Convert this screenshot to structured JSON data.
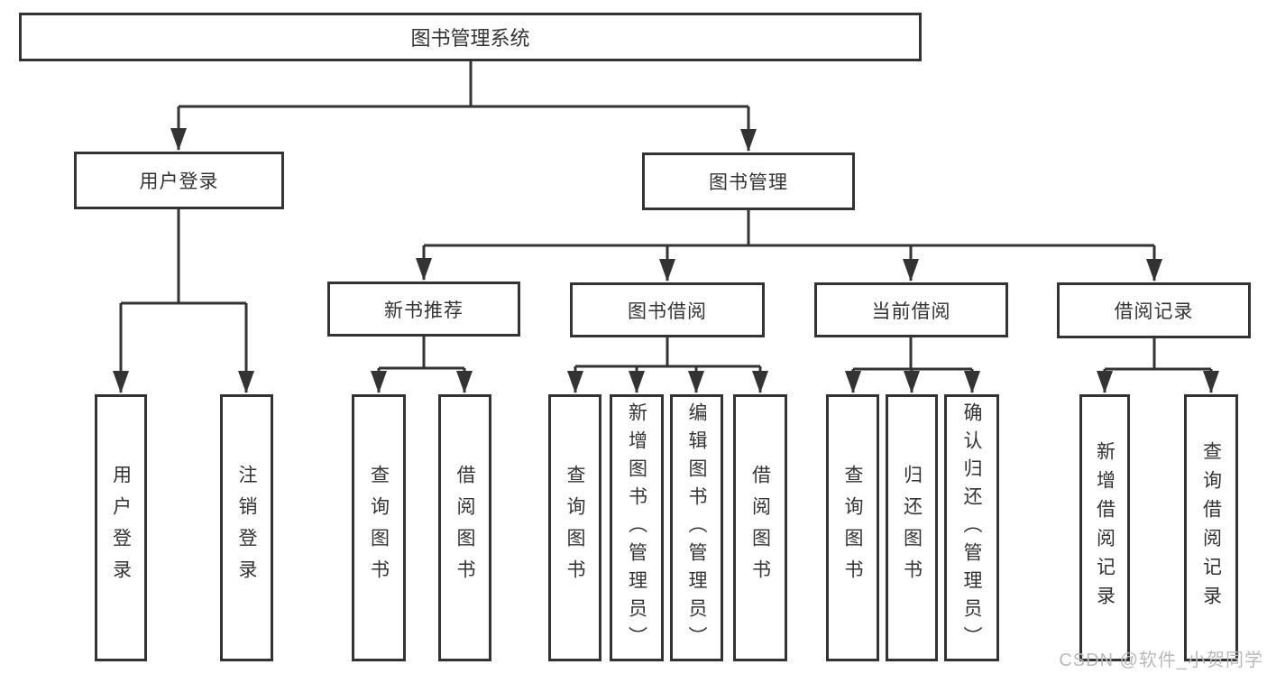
{
  "diagram": {
    "root": "图书管理系统",
    "branches": [
      {
        "label": "用户登录",
        "children": [
          "用户登录",
          "注销登录"
        ]
      },
      {
        "label": "图书管理",
        "sections": [
          {
            "label": "新书推荐",
            "children": [
              "查询图书",
              "借阅图书"
            ]
          },
          {
            "label": "图书借阅",
            "children": [
              "查询图书",
              "新增图书（管理员）",
              "编辑图书（管理员）",
              "借阅图书"
            ]
          },
          {
            "label": "当前借阅",
            "children": [
              "查询图书",
              "归还图书",
              "确认归还（管理员）"
            ]
          },
          {
            "label": "借阅记录",
            "children": [
              "新增借阅记录",
              "查询借阅记录"
            ]
          }
        ]
      }
    ]
  },
  "watermark": "CSDN @软件_小贺同学",
  "colors": {
    "line": "#333333",
    "border": "#333333",
    "text": "#333333",
    "background": "#ffffff",
    "watermark": "#b9b9b9"
  }
}
